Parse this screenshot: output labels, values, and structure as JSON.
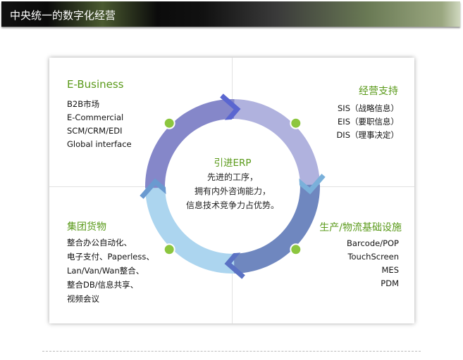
{
  "header": {
    "title": "中央统一的数字化经营"
  },
  "quadrants": {
    "top_left": {
      "title": "E-Business",
      "items": [
        "B2B市场",
        "E-Commercial",
        "SCM/CRM/EDI",
        "Global interface"
      ]
    },
    "top_right": {
      "title": "经营支持",
      "items": [
        "SIS（战略信息）",
        "EIS（要职信息）",
        "DIS（理事决定）"
      ]
    },
    "bottom_right": {
      "title": "生产/物流基础设施",
      "items": [
        "Barcode/POP",
        "TouchScreen",
        "MES",
        "PDM"
      ]
    },
    "bottom_left": {
      "title": "集团货物",
      "items": [
        "整合办公自动化、",
        "电子支付、Paperless、",
        "Lan/Van/Wan整合、",
        "整合DB/信息共享、",
        "视频会议"
      ]
    }
  },
  "center": {
    "title": "引进ERP",
    "lines": [
      "先进的工序，",
      "拥有内外咨询能力，",
      "信息技术竞争力占优势。"
    ]
  },
  "colors": {
    "accent": "#5a9a1a",
    "q_tr": "#b0b2de",
    "q_br": "#6f87bf",
    "q_bl": "#acd5ef",
    "q_tl": "#8587c9",
    "dot": "#8cc63f"
  }
}
